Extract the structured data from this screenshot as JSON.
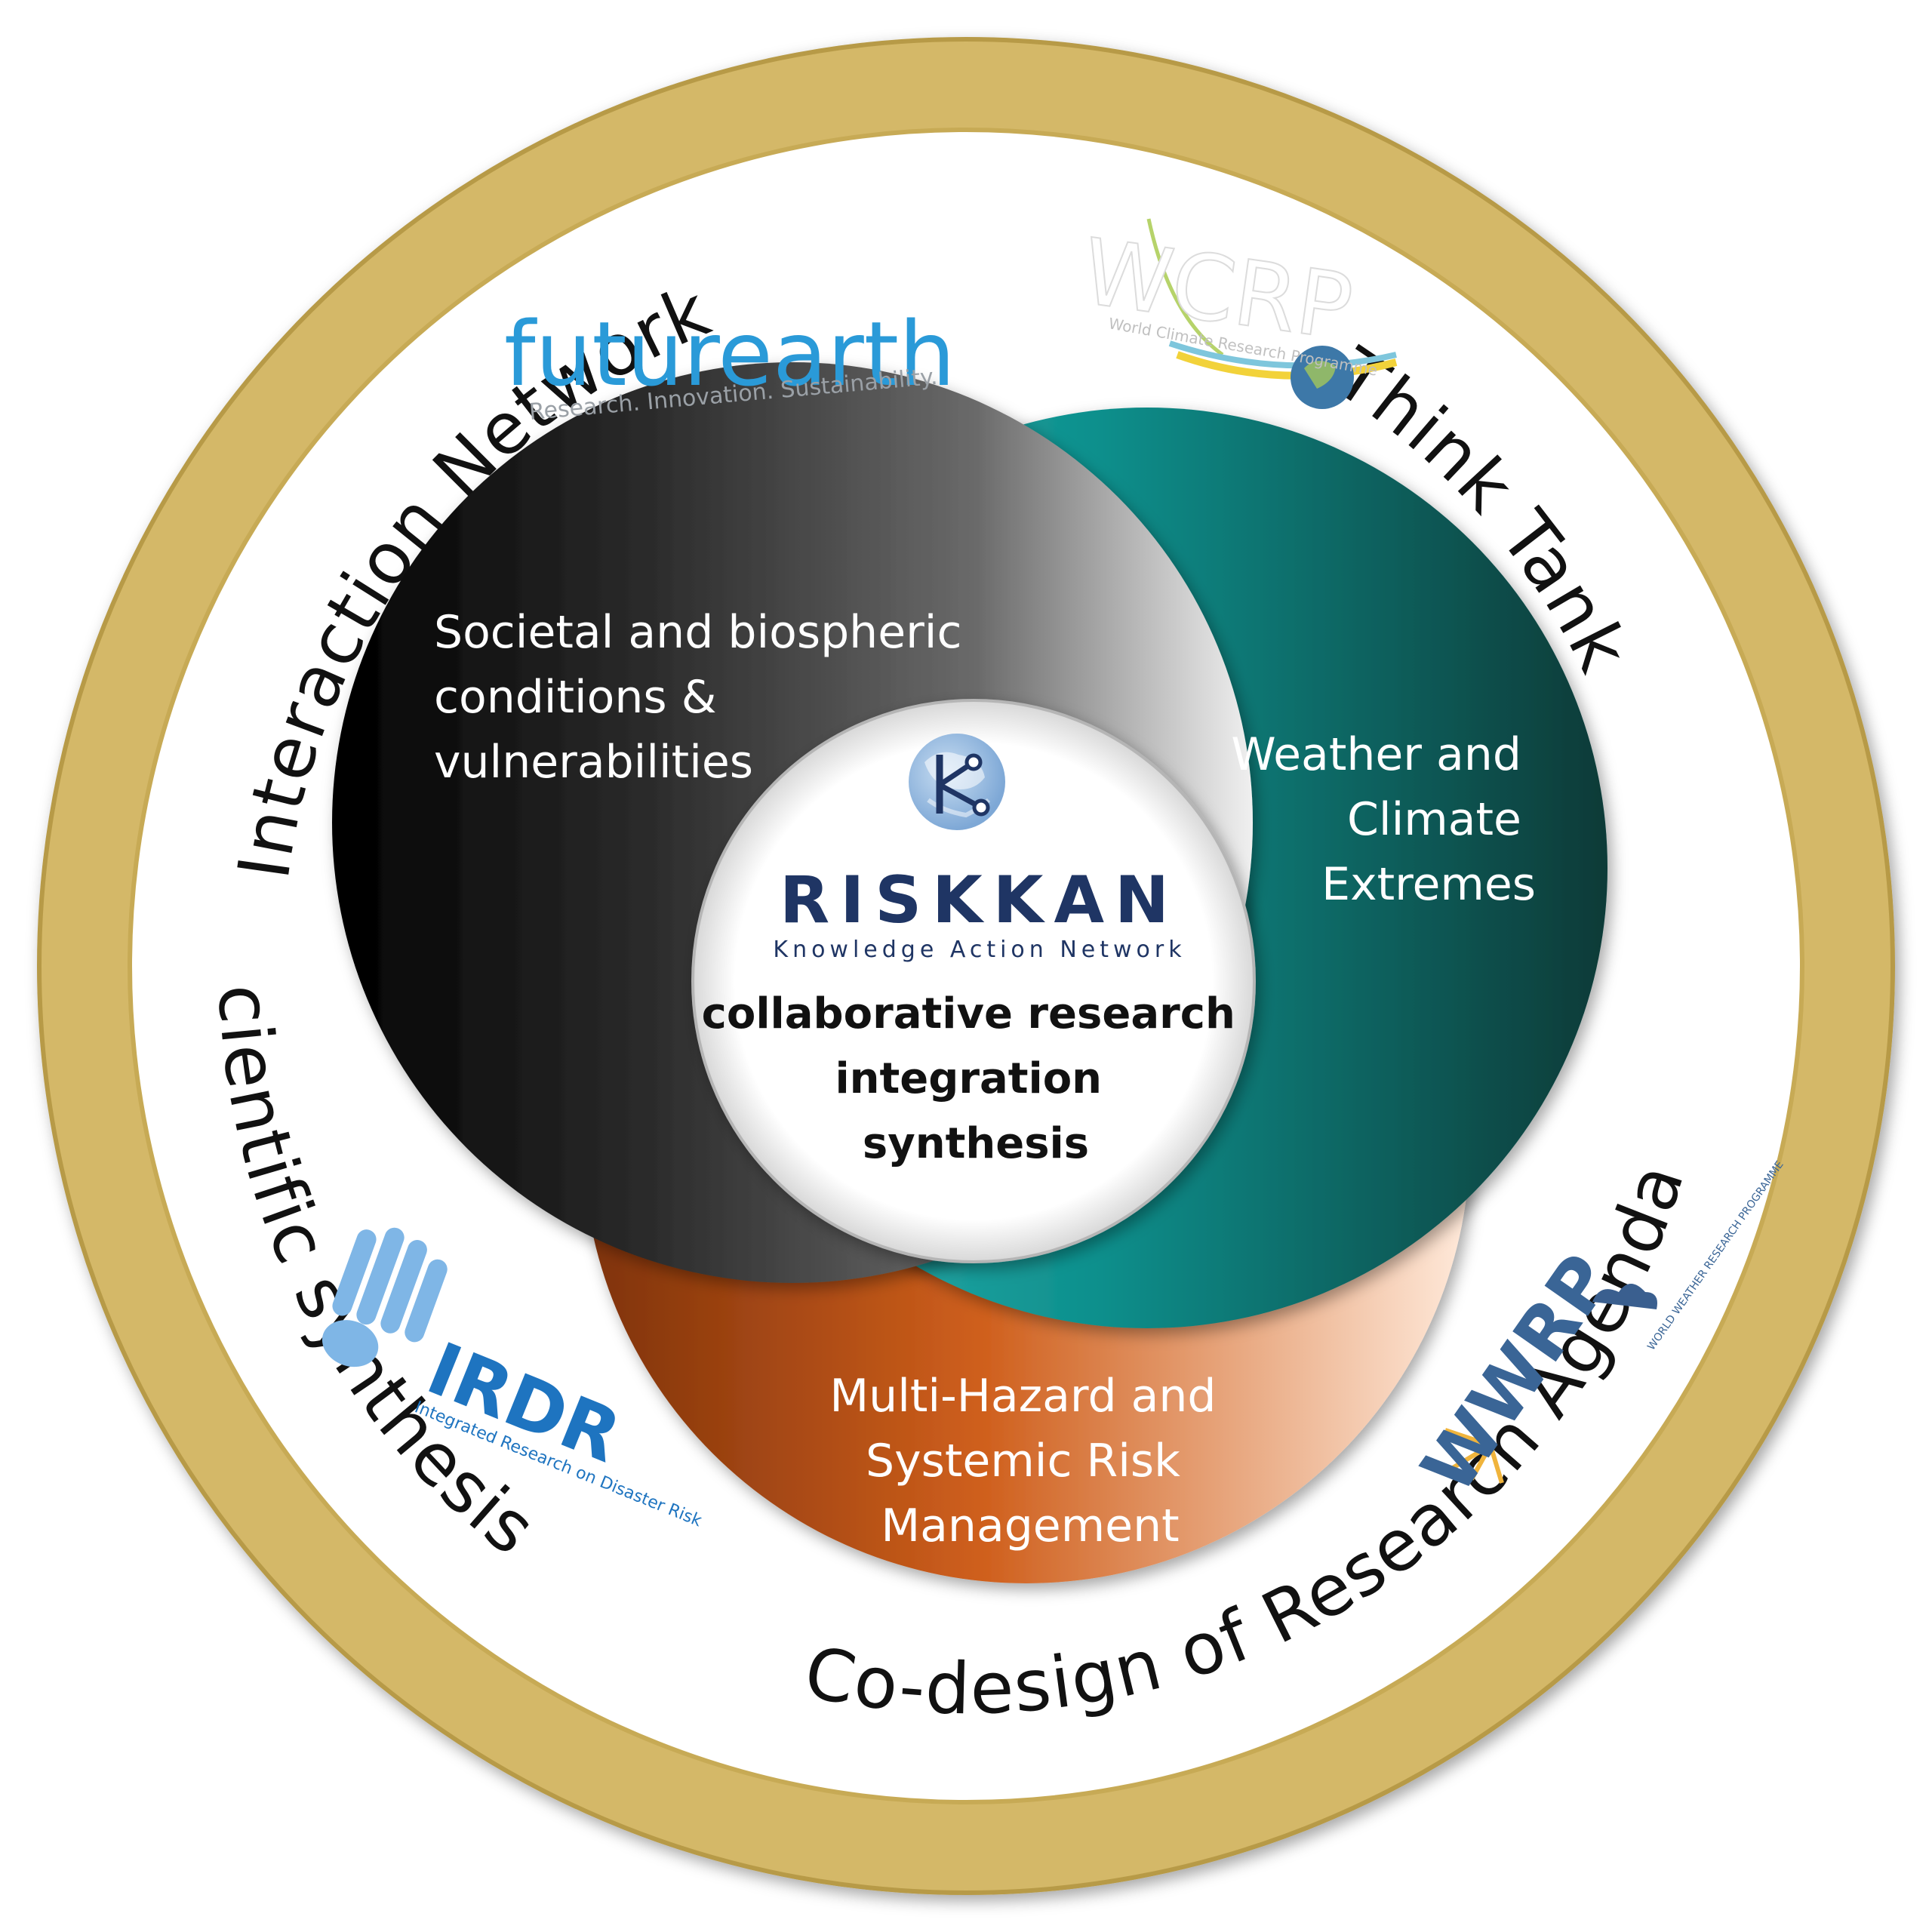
{
  "ring": {
    "color": "#d4b867",
    "labels": {
      "top_left": "Interaction Network",
      "top_right": "Think Tank",
      "right": "Scientific synthesis",
      "bottom": "Co-design of Research Agenda"
    }
  },
  "circles": {
    "societal": {
      "label_lines": [
        "Societal and biospheric",
        "conditions &",
        "vulnerabilities"
      ],
      "colors": [
        "#000000",
        "#e6e6e6"
      ]
    },
    "weather": {
      "label_lines": [
        "Weather and",
        "Climate",
        "Extremes"
      ],
      "colors": [
        "#2fb3b3",
        "#0a3f3c"
      ]
    },
    "hazard": {
      "label_lines": [
        "Multi-Hazard and",
        "Systemic Risk",
        "Management"
      ],
      "colors": [
        "#8a3a0e",
        "#ffe9da"
      ]
    }
  },
  "center": {
    "logo_title": "RISKKAN",
    "logo_subtitle": "Knowledge Action Network",
    "lines": [
      "collaborative research",
      "integration",
      "synthesis"
    ]
  },
  "logos": {
    "futurearth": {
      "name": "futurearth",
      "tagline": "Research. Innovation. Sustainability.",
      "icon": "futurearth-logo"
    },
    "wcrp": {
      "name": "WCRP",
      "tagline": "World Climate Research Programme",
      "icon": "wcrp-logo"
    },
    "irdr": {
      "name": "IRDR",
      "tagline": "Integrated Research on Disaster Risk",
      "icon": "irdr-hand-logo"
    },
    "wwrp": {
      "name": "WWRP",
      "tagline": "WORLD WEATHER RESEARCH PROGRAMME",
      "icon": "wwrp-logo"
    }
  }
}
